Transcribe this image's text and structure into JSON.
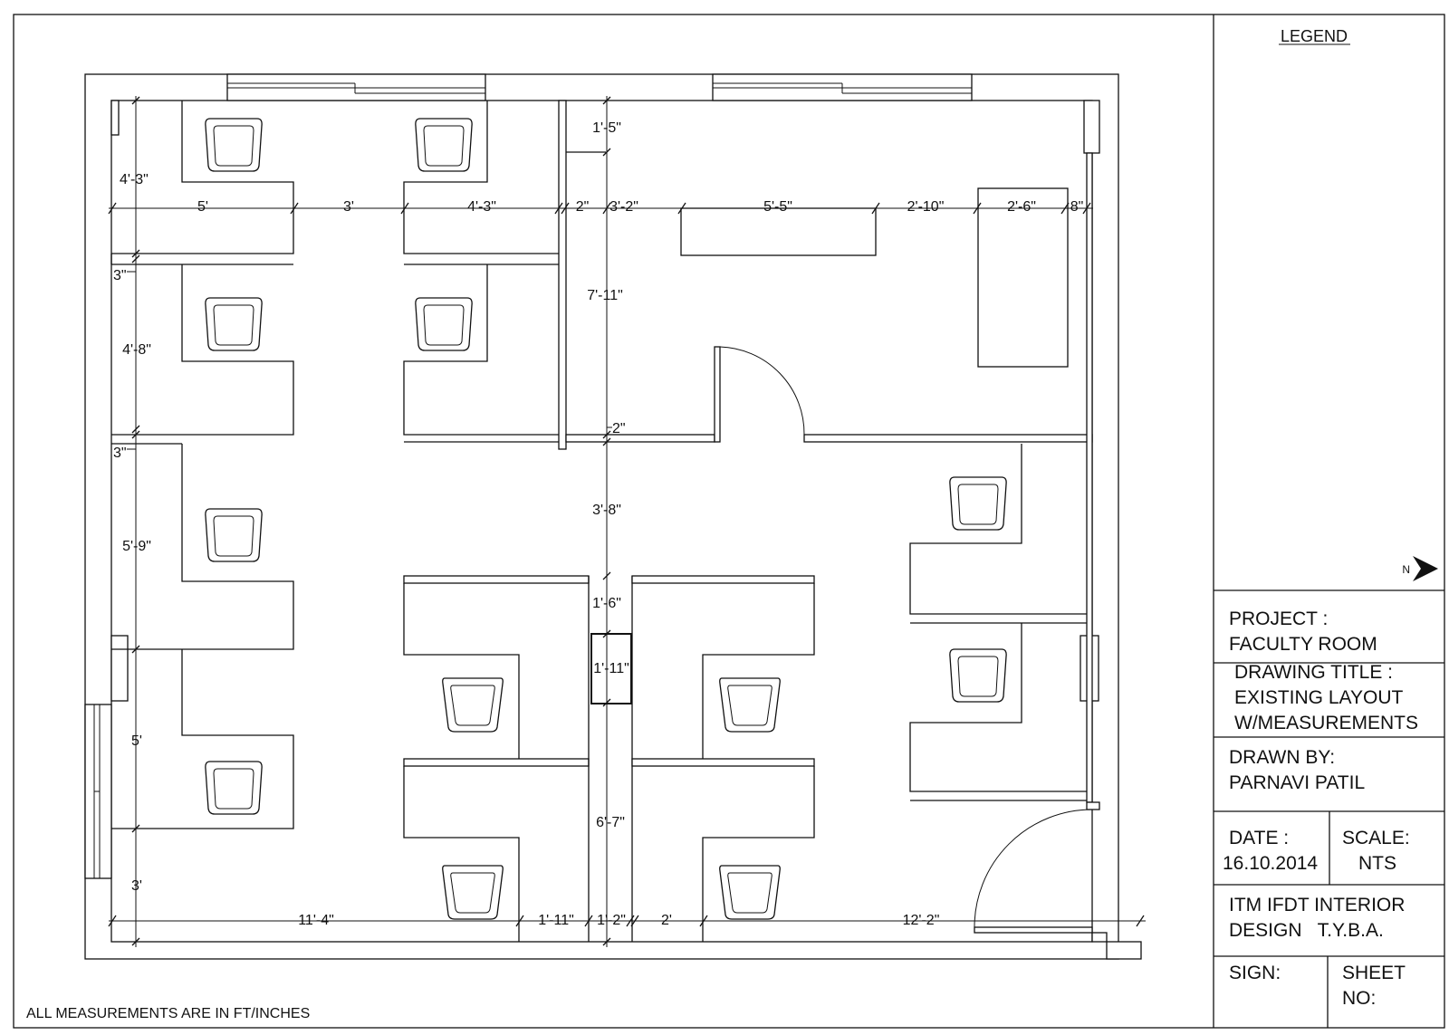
{
  "legend": {
    "title": "LEGEND"
  },
  "north_label": "N",
  "footnote": "ALL MEASUREMENTS ARE IN FT/INCHES",
  "title_block": {
    "project_label": "PROJECT :",
    "project_value": "FACULTY ROOM",
    "drawing_title_label": "DRAWING TITLE :",
    "drawing_title_line1": "EXISTING LAYOUT",
    "drawing_title_line2": "W/MEASUREMENTS",
    "drawn_by_label": "DRAWN BY:",
    "drawn_by_value": "PARNAVI PATIL",
    "date_label": "DATE :",
    "date_value": "16.10.2014",
    "scale_label": "SCALE:",
    "scale_value": "NTS",
    "institute_line1": "ITM IFDT INTERIOR",
    "institute_line2": "DESIGN   T.Y.B.A.",
    "sign_label": "SIGN:",
    "sheet_label": "SHEET",
    "sheet_no_label": "NO:"
  },
  "dimensions": {
    "d_4_3_left": "4'-3\"",
    "d_5": "5'",
    "d_3": "3'",
    "d_4_3_mid": "4'-3\"",
    "d_2_top": "2\"",
    "d_3_2": "3'-2\"",
    "d_5_5": "5'-5\"",
    "d_2_10": "2'-10\"",
    "d_2_6": "2'-6\"",
    "d_8": "8\"",
    "d_1_5": "1'-5\"",
    "d_3in_a": "3\"",
    "d_7_11": "7'-11\"",
    "d_4_8": "4'-8\"",
    "d_3in_b": "3\"",
    "d_2_mid": "2\"",
    "d_5_9": "5'-9\"",
    "d_3_8": "3'-8\"",
    "d_1_6": "1'-6\"",
    "d_1_11_mid": "1'-11\"",
    "d_5_lower": "5'",
    "d_6_7": "6'-7\"",
    "d_3_lower": "3'",
    "d_11_4": "11'-4\"",
    "d_1_11_bottom": "1'-11\"",
    "d_1_2": "1'-2\"",
    "d_2_bottom": "2'",
    "d_12_2": "12'-2\""
  }
}
